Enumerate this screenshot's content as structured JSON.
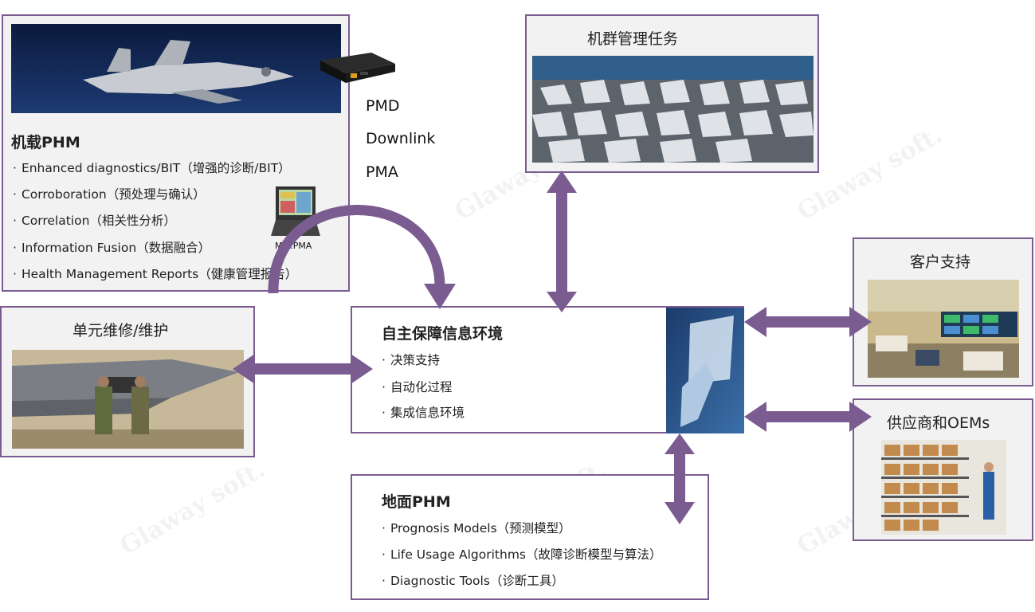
{
  "onboard": {
    "title": "机载PHM",
    "items": [
      "Enhanced diagnostics/BIT（增强的诊断/BIT）",
      "Corroboration（预处理与确认）",
      "Correlation（相关性分析）",
      "Information Fusion（数据融合）",
      "Health Management Reports（健康管理报告）"
    ]
  },
  "downlink": {
    "lines": [
      "PMD",
      "Downlink",
      "PMA"
    ],
    "laptop_label": "MM:PMA"
  },
  "fleet": {
    "title": "机群管理任务"
  },
  "customer": {
    "title": "客户支持"
  },
  "supplier": {
    "title": "供应商和OEMs"
  },
  "maintenance": {
    "title": "单元维修/维护"
  },
  "center": {
    "title": "自主保障信息环境",
    "items": [
      "决策支持",
      "自动化过程",
      "集成信息环境"
    ]
  },
  "ground": {
    "title": "地面PHM",
    "items": [
      "Prognosis Models（预测模型）",
      "Life Usage Algorithms（故障诊断模型与算法）",
      "Diagnostic Tools（诊断工具）"
    ]
  },
  "bullet": "·",
  "watermark": {
    "brand": "Glaway soft."
  },
  "colors": {
    "accent": "#7b5c91",
    "box_bg": "#f2f2f2"
  }
}
